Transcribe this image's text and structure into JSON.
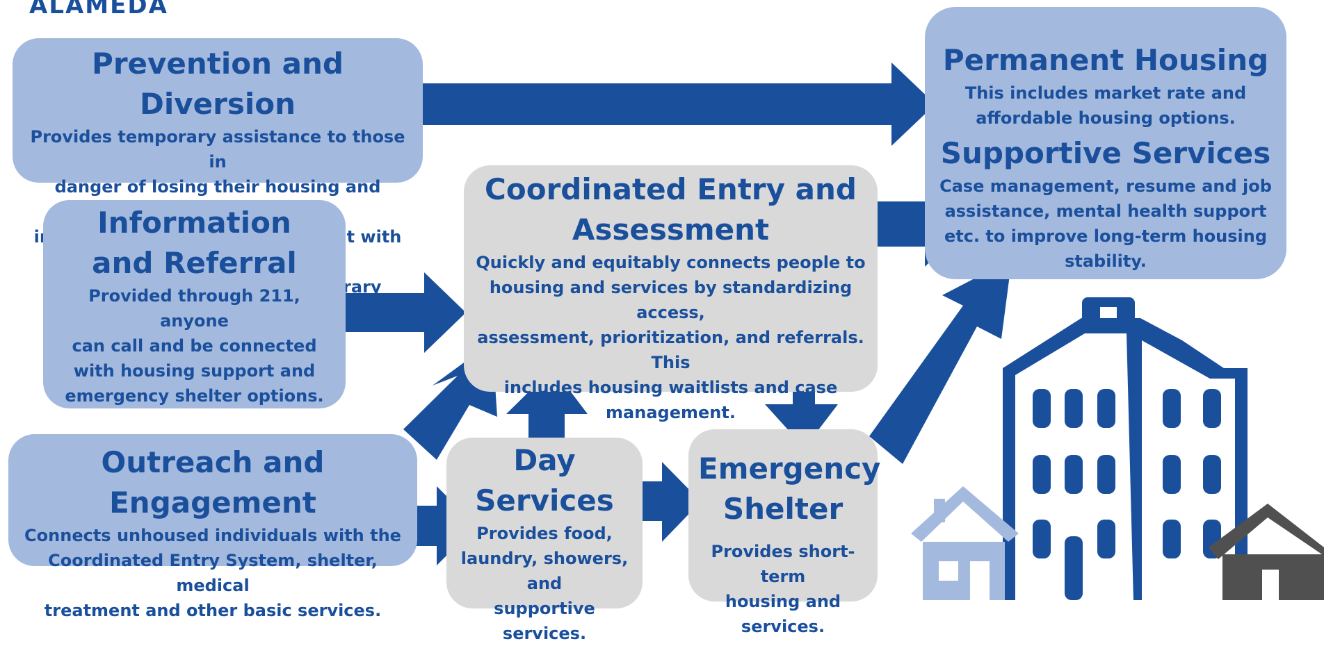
{
  "logo": "ALAMEDA",
  "colors": {
    "arrow": "#1a4f9c",
    "blue_box": "#a4b9de",
    "grey_box": "#d9d9d9",
    "house_light": "#a4b9de",
    "house_dark": "#505050"
  },
  "prevention": {
    "title": "Prevention and Diversion",
    "lines": [
      "Provides temporary assistance to those in",
      "danger of losing their housing and supports",
      "individuals who wish to reconnect with their",
      "friends or family to find temporary housing."
    ]
  },
  "information": {
    "title_lines": [
      "Information",
      "and Referral"
    ],
    "lines": [
      "Provided through 211, anyone",
      "can call and be connected",
      "with housing support and",
      "emergency shelter options."
    ]
  },
  "outreach": {
    "title": "Outreach and Engagement",
    "lines": [
      "Connects unhoused individuals with the",
      "Coordinated Entry System, shelter, medical",
      "treatment and other basic services."
    ]
  },
  "coordinated": {
    "title_lines": [
      "Coordinated Entry and",
      "Assessment"
    ],
    "lines": [
      "Quickly and equitably connects people to",
      "housing and services by standardizing access,",
      "assessment, prioritization, and referrals. This",
      "includes housing waitlists and case",
      "management."
    ]
  },
  "day": {
    "title_lines": [
      "Day",
      "Services"
    ],
    "lines": [
      "Provides food,",
      "laundry, showers, and",
      "supportive services."
    ]
  },
  "shelter": {
    "title_lines": [
      "Emergency",
      "Shelter"
    ],
    "lines": [
      "Provides short-term",
      "housing and services."
    ]
  },
  "permanent": {
    "title": "Permanent Housing",
    "lines": [
      "This includes market rate and",
      "affordable housing options."
    ],
    "title2": "Supportive Services",
    "lines2": [
      "Case management, resume and job",
      "assistance, mental health support",
      "etc. to improve long-term housing",
      "stability."
    ]
  }
}
